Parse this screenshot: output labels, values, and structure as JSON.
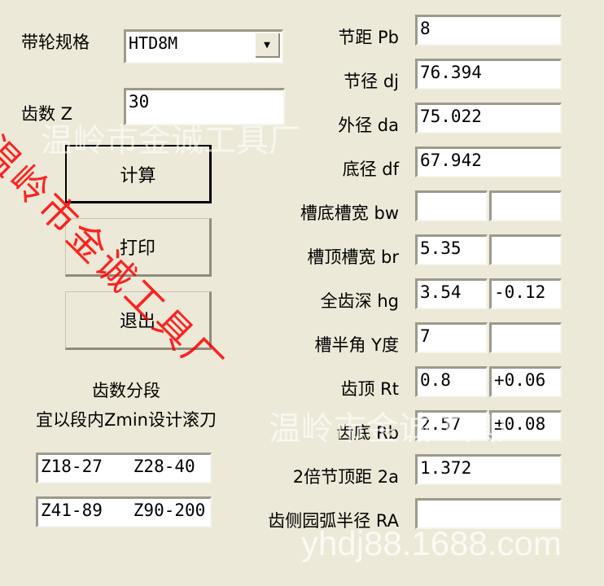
{
  "left": {
    "belt_spec_label": "带轮规格",
    "belt_spec_value": "HTD8M",
    "teeth_label": "齿数 Z",
    "teeth_value": "30",
    "calc_button": "计算",
    "print_button": "打印",
    "exit_button": "退出",
    "segment_title": "齿数分段",
    "segment_hint": "宜以段内Zmin设计滚刀",
    "segments": [
      "Z18-27   Z28-40",
      "Z41-89   Z90-200"
    ]
  },
  "rows": [
    {
      "label": "节距 Pb",
      "v1": "8",
      "split": false
    },
    {
      "label": "节径 dj",
      "v1": "76.394",
      "split": false
    },
    {
      "label": "外径 da",
      "v1": "75.022",
      "split": false
    },
    {
      "label": "底径 df",
      "v1": "67.942",
      "split": false
    },
    {
      "label": "槽底槽宽 bw",
      "v1": "",
      "v2": "",
      "split": true
    },
    {
      "label": "槽顶槽宽 br",
      "v1": "5.35",
      "v2": "",
      "split": true
    },
    {
      "label": "全齿深 hg",
      "v1": "3.54",
      "v2": "-0.12",
      "split": true
    },
    {
      "label": "槽半角 Y度",
      "v1": "7",
      "v2": "",
      "split": true
    },
    {
      "label": "齿顶 Rt",
      "v1": "0.8",
      "v2": "+0.06",
      "split": true
    },
    {
      "label": "齿底 Rb",
      "v1": "2.57",
      "v2": "±0.08",
      "split": true
    },
    {
      "label": "2倍节顶距 2a",
      "v1": "1.372",
      "split": false
    },
    {
      "label": "齿侧园弧半径 RA",
      "v1": "",
      "split": false
    }
  ],
  "watermarks": {
    "red": "温岭市金诚工具厂",
    "gray": "温岭市金诚工具厂",
    "url": "yhdj88.1688.com"
  }
}
